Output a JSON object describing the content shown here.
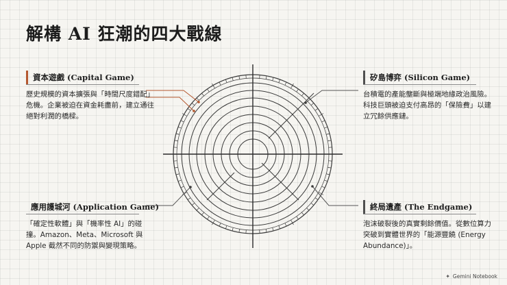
{
  "title": "解構 AI 狂潮的四大戰線",
  "panels": {
    "top_left": {
      "title": "資本遊戲 (Capital Game)",
      "body": "歷史規模的資本擴張與「時間尺度錯配」危機。企業被迫在資金耗盡前，建立通往絕對利潤的橋樑。"
    },
    "top_right": {
      "title": "矽島博弈 (Silicon Game)",
      "body": "台積電的產能壟斷與極端地緣政治風險。科技巨頭被迫支付高昂的「保險費」以建立冗餘供應鏈。"
    },
    "bottom_left": {
      "title": "應用護城河 (Application Game)",
      "body": "「確定性軟體」與「機率性 AI」的碰撞。Amazon、Meta、Microsoft 與 Apple 截然不同的防禦與變現策略。"
    },
    "bottom_right": {
      "title": "終局遺產 (The Endgame)",
      "body": "泡沫破裂後的真實剩餘價值。從數位算力突破到實體世界的「能源豐饒 (Energy Abundance)」。"
    }
  },
  "brand": {
    "label": "Gemini Notebook",
    "icon": "gemini-star-icon"
  },
  "colors": {
    "accent": "#b4572e",
    "ink": "#3a3a3a",
    "background": "#f6f5f1"
  }
}
